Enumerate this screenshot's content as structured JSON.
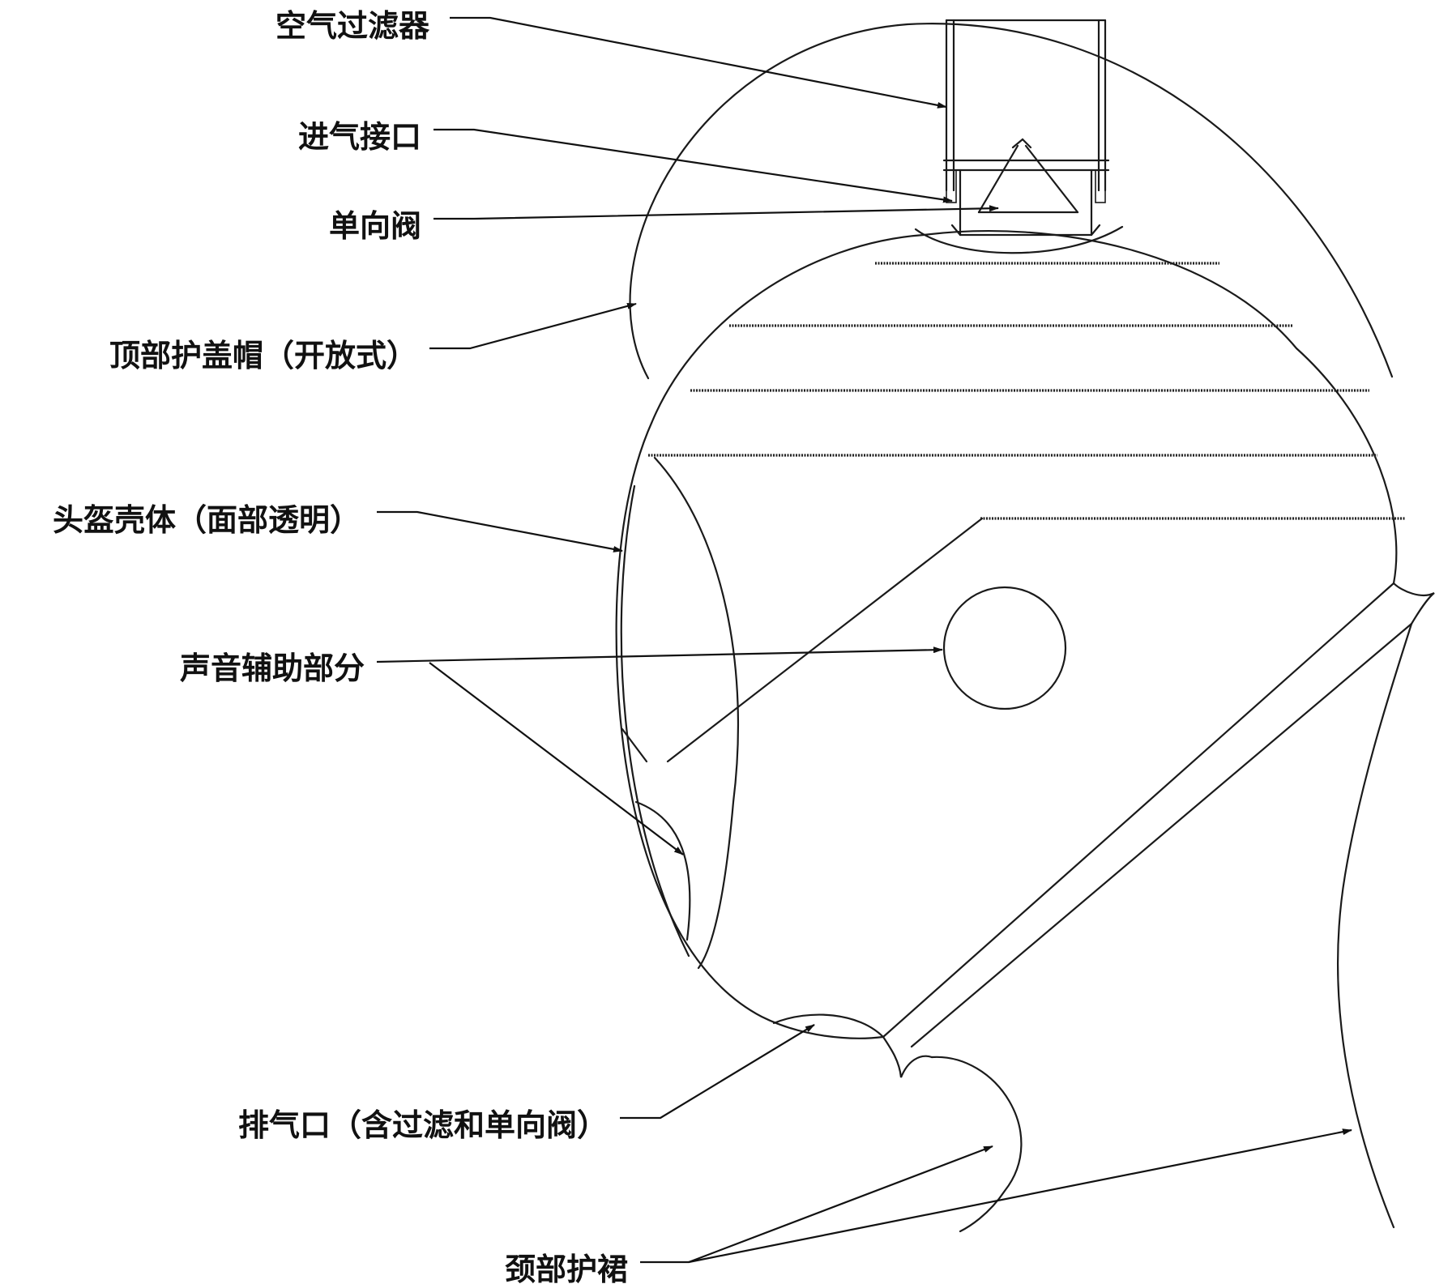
{
  "labels": {
    "air_filter": "空气过滤器",
    "intake_port": "进气接口",
    "check_valve": "单向阀",
    "top_cap": "顶部护盖帽（开放式）",
    "helmet_shell": "头盔壳体（面部透明）",
    "sound_aid": "声音辅助部分",
    "exhaust_port": "排气口（含过滤和单向阀）",
    "neck_skirt": "颈部护裙"
  }
}
